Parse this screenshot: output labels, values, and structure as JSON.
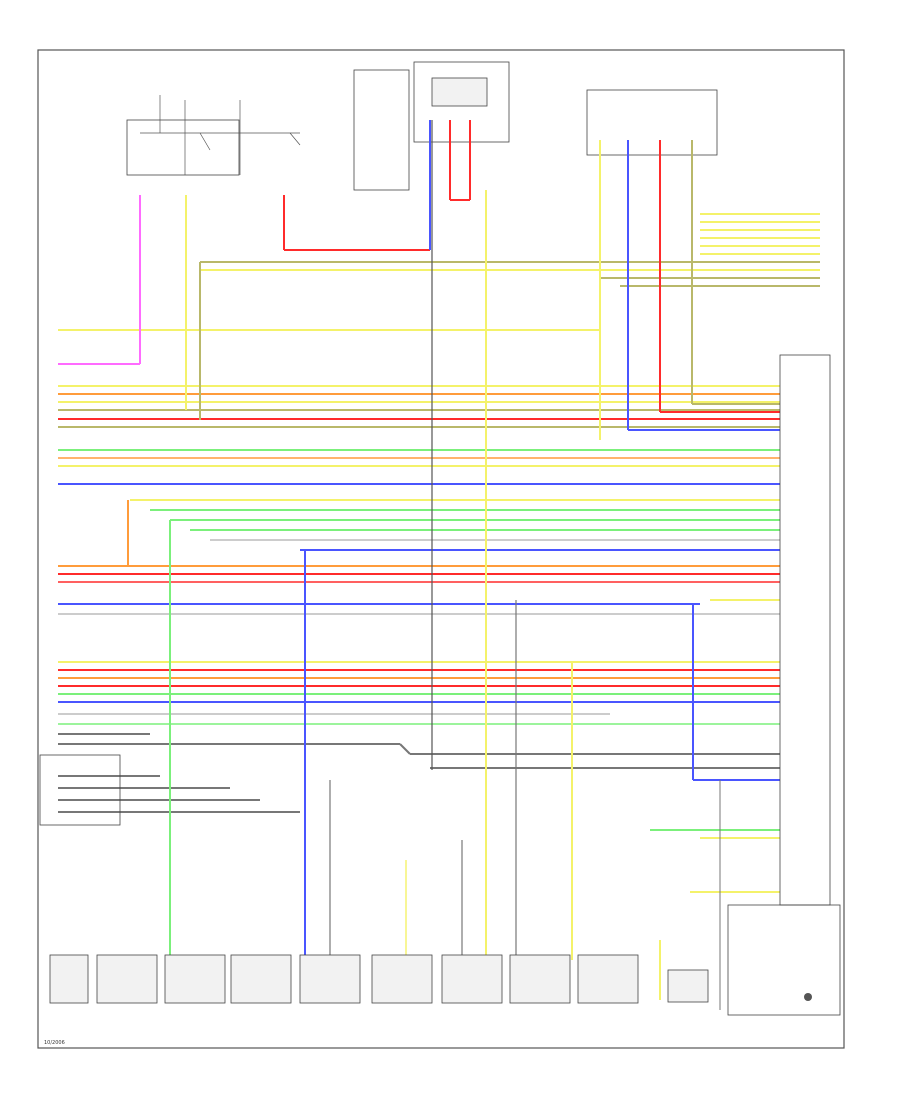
{
  "footer": {
    "code": "10/2006"
  },
  "colors": {
    "red": "#ff2b2b",
    "yellow": "#f4f26a",
    "pink": "#ff6bff",
    "orange": "#ff9c3b",
    "green": "#7bf07b",
    "blue": "#4a55ff",
    "olive": "#b9b86a",
    "gray": "#9a9a9a",
    "black": "#333333",
    "pale_yellow": "#f5f3a6"
  },
  "icons": [
    "ground-symbol",
    "switch-symbol",
    "connector-symbol"
  ]
}
